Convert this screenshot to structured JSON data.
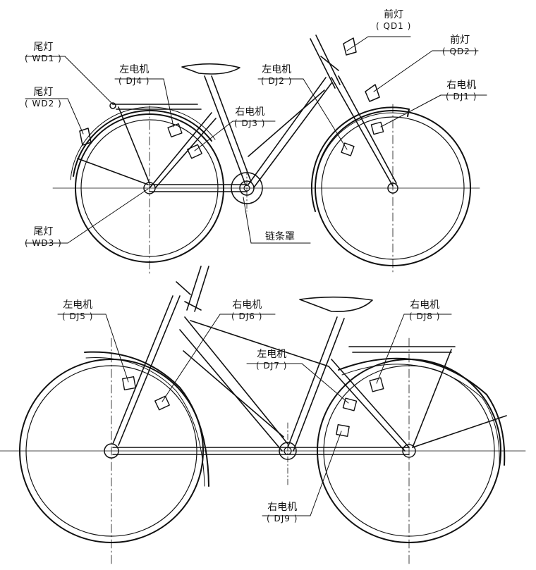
{
  "colors": {
    "ink": "#111111",
    "background": "#ffffff"
  },
  "labels": {
    "qd1": {
      "name": "前灯",
      "code": "QD1"
    },
    "qd2": {
      "name": "前灯",
      "code": "QD2"
    },
    "wd1": {
      "name": "尾灯",
      "code": "WD1"
    },
    "wd2": {
      "name": "尾灯",
      "code": "WD2"
    },
    "wd3": {
      "name": "尾灯",
      "code": "WD3"
    },
    "dj1": {
      "name": "右电机",
      "code": "DJ1"
    },
    "dj2": {
      "name": "左电机",
      "code": "DJ2"
    },
    "dj3": {
      "name": "右电机",
      "code": "DJ3"
    },
    "dj4": {
      "name": "左电机",
      "code": "DJ4"
    },
    "dj5": {
      "name": "左电机",
      "code": "DJ5"
    },
    "dj6": {
      "name": "右电机",
      "code": "DJ6"
    },
    "dj7": {
      "name": "左电机",
      "code": "DJ7"
    },
    "dj8": {
      "name": "右电机",
      "code": "DJ8"
    },
    "dj9": {
      "name": "右电机",
      "code": "DJ9"
    },
    "chain_guard": "链条罩"
  }
}
